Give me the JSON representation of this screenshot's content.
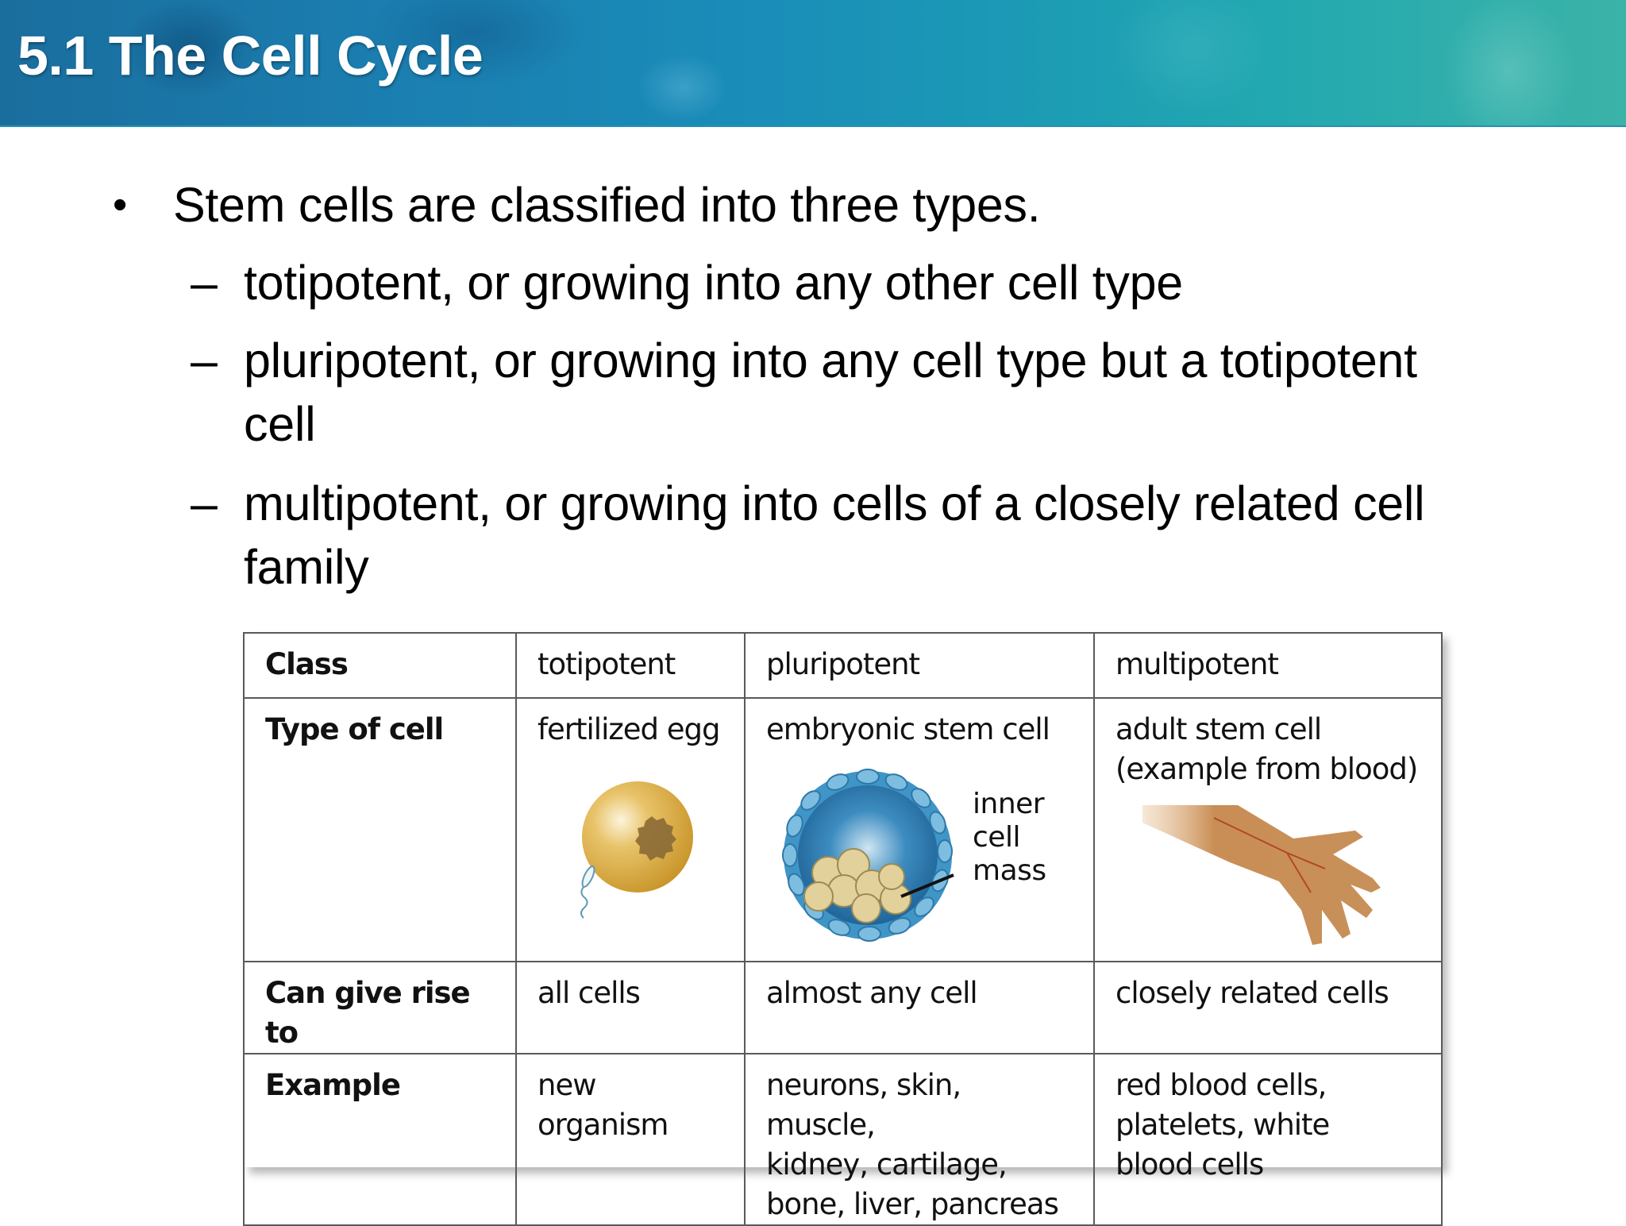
{
  "header": {
    "title": "5.1 The Cell Cycle",
    "colors": {
      "band_left": "#1a6e9e",
      "band_right": "#3bb3a8",
      "title": "#ffffff"
    }
  },
  "content": {
    "bullet": {
      "marker": "•",
      "text": "Stem cells are classified into three types."
    },
    "sub_items": [
      {
        "marker": "–",
        "lines": [
          "totipotent, or growing into any other cell type"
        ]
      },
      {
        "marker": "–",
        "lines": [
          "pluripotent, or growing into any cell type but a totipotent",
          "cell"
        ]
      },
      {
        "marker": "–",
        "lines": [
          "multipotent, or growing into cells of a closely related cell",
          "family"
        ]
      }
    ]
  },
  "table": {
    "rows": [
      {
        "header": "Class",
        "cells": [
          "totipotent",
          "pluripotent",
          "multipotent"
        ]
      },
      {
        "header": "Type of cell",
        "cells": [
          "fertilized egg",
          "embryonic stem cell",
          "adult stem cell (example from blood)"
        ],
        "cell_lines": [
          [
            "fertilized egg"
          ],
          [
            "embryonic stem cell"
          ],
          [
            "adult stem cell",
            "(example from blood)"
          ]
        ],
        "illustrations": [
          "fertilized-egg-with-sperm",
          "blastocyst-inner-cell-mass",
          "arm-and-hand-with-blood-vessel"
        ],
        "inner_cell_mass_label": [
          "inner",
          "cell",
          "mass"
        ]
      },
      {
        "header": "Can give rise to",
        "cells": [
          "all cells",
          "almost any cell",
          "closely related cells"
        ]
      },
      {
        "header": "Example",
        "cells": [
          "new organism",
          "neurons, skin, muscle, kidney, cartilage, bone, liver, pancreas",
          "red blood cells, platelets, white blood cells"
        ],
        "cell_lines": [
          [
            "new",
            "organism"
          ],
          [
            "neurons, skin, muscle,",
            "kidney, cartilage,",
            "bone, liver, pancreas"
          ],
          [
            "red blood cells,",
            "platelets, white",
            "blood cells"
          ]
        ]
      }
    ]
  }
}
